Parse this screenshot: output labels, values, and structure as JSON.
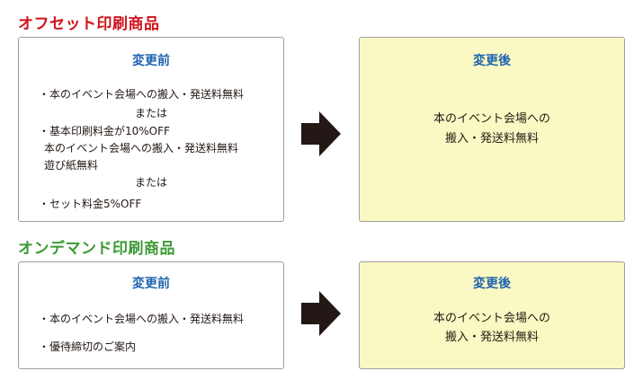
{
  "colors": {
    "offset_title": "#d0121b",
    "ondemand_title": "#3c9a35",
    "box_title": "#1f63b0",
    "after_bg": "#fbf9c3",
    "arrow": "#231815"
  },
  "offset": {
    "title": "オフセット印刷商品",
    "before": {
      "heading": "変更前",
      "lines": [
        "・本のイベント会場への搬入・発送料無料",
        "または",
        "・基本印刷料金が10%OFF",
        "本のイベント会場への搬入・発送料無料",
        "遊び紙無料",
        "または",
        "・セット料金5%OFF"
      ]
    },
    "arrow_icon": "right-arrow-icon",
    "after": {
      "heading": "変更後",
      "lines": [
        "本のイベント会場への",
        "搬入・発送料無料"
      ]
    }
  },
  "ondemand": {
    "title": "オンデマンド印刷商品",
    "before": {
      "heading": "変更前",
      "lines": [
        "・本のイベント会場への搬入・発送料無料",
        "・優待締切のご案内"
      ]
    },
    "arrow_icon": "right-arrow-icon",
    "after": {
      "heading": "変更後",
      "lines": [
        "本のイベント会場への",
        "搬入・発送料無料"
      ]
    }
  }
}
